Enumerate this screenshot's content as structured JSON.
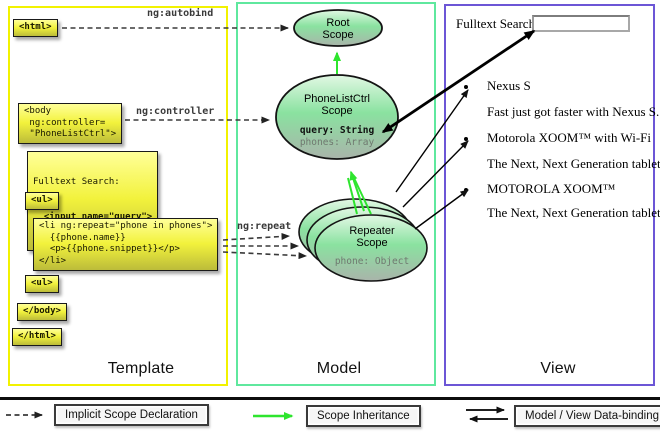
{
  "template_panel": {
    "title": "Template",
    "boxes": {
      "html_open": "<html>",
      "body_open": "<body\n ng:controller=\n \"PhoneListCtrl\">",
      "fulltext_label": "Fulltext Search:",
      "fulltext_input": "  <input name=\"query\">",
      "ul_open": "<ul>",
      "li_repeat": "<li ng:repeat=\"phone in phones\">\n  {{phone.name}}\n  <p>{{phone.snippet}}</p>\n</li>",
      "ul_second": "<ul>",
      "body_close": "</body>",
      "html_close": "</html>"
    },
    "labels": {
      "autobind": "ng:autobind",
      "controller": "ng:controller",
      "repeat": "ng:repeat"
    }
  },
  "model_panel": {
    "title": "Model",
    "root_scope": {
      "line1": "Root",
      "line2": "Scope"
    },
    "phonelist_scope": {
      "line1": "PhoneListCtrl",
      "line2": "Scope",
      "prop1": "query: String",
      "prop2": "phones: Array"
    },
    "repeater_scope": {
      "line1": "Repeater",
      "line2": "Scope",
      "prop1": "phone: Object"
    }
  },
  "view_panel": {
    "title": "View",
    "search_label": "Fulltext Search:",
    "search_value": "",
    "items": [
      {
        "name": "Nexus S",
        "snippet": "Fast just got faster with Nexus S."
      },
      {
        "name": "Motorola XOOM™  with Wi-Fi",
        "snippet": "The Next, Next Generation tablet."
      },
      {
        "name": "MOTOROLA XOOM™",
        "snippet": "The Next, Next Generation tablet."
      }
    ]
  },
  "legend": {
    "implicit": "Implicit Scope Declaration",
    "inheritance": "Scope Inheritance",
    "databinding": "Model / View Data-binding"
  },
  "colors": {
    "template_border": "#f2f200",
    "model_border": "#5fe89e",
    "view_border": "#6c56d6",
    "inheritance_arrow": "#2ee52e",
    "code_box_fill": "#f2f23c",
    "scope_fill_top": "#e2f8e4",
    "scope_fill_bottom": "#a9b4aa"
  }
}
